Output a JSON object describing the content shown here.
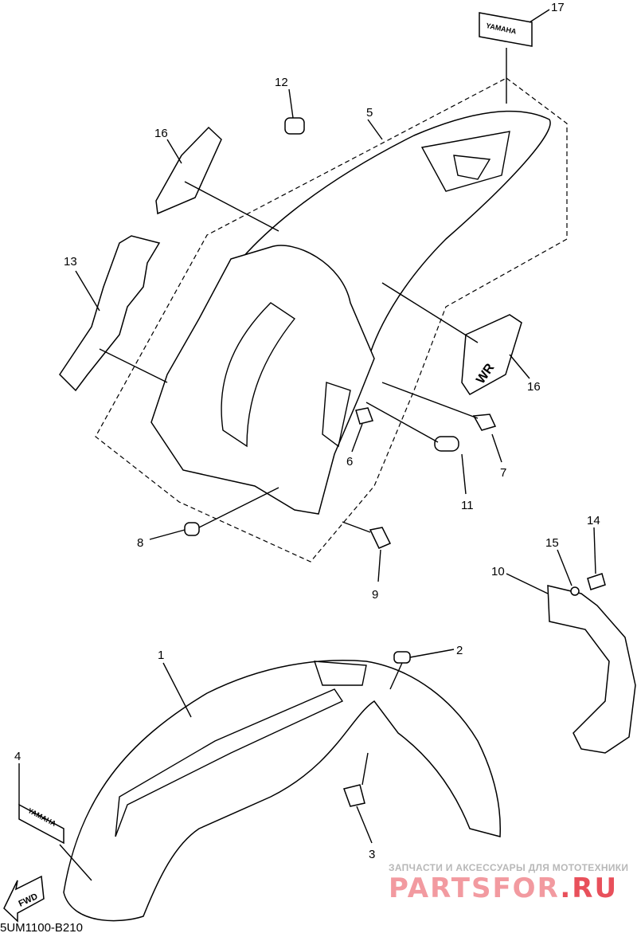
{
  "diagram": {
    "callouts": {
      "p1": "1",
      "p2": "2",
      "p3": "3",
      "p4": "4",
      "p5": "5",
      "p6": "6",
      "p7": "7",
      "p8": "8",
      "p9": "9",
      "p10": "10",
      "p11": "11",
      "p12": "12",
      "p13": "13",
      "p14": "14",
      "p15": "15",
      "p16a": "16",
      "p16b": "16",
      "p17": "17"
    },
    "decals": {
      "yamaha_top": "YAMAHA",
      "yamaha_front": "YAMAHA",
      "wr": "WR",
      "fwd": "FWD"
    },
    "diagram_code": "5UM1100-B210"
  },
  "watermark": {
    "tagline": "ЗАПЧАСТИ И АКСЕССУАРЫ ДЛЯ МОТОТЕХНИКИ",
    "brand_main": "PARTSFOR",
    "brand_suffix": ".RU"
  }
}
